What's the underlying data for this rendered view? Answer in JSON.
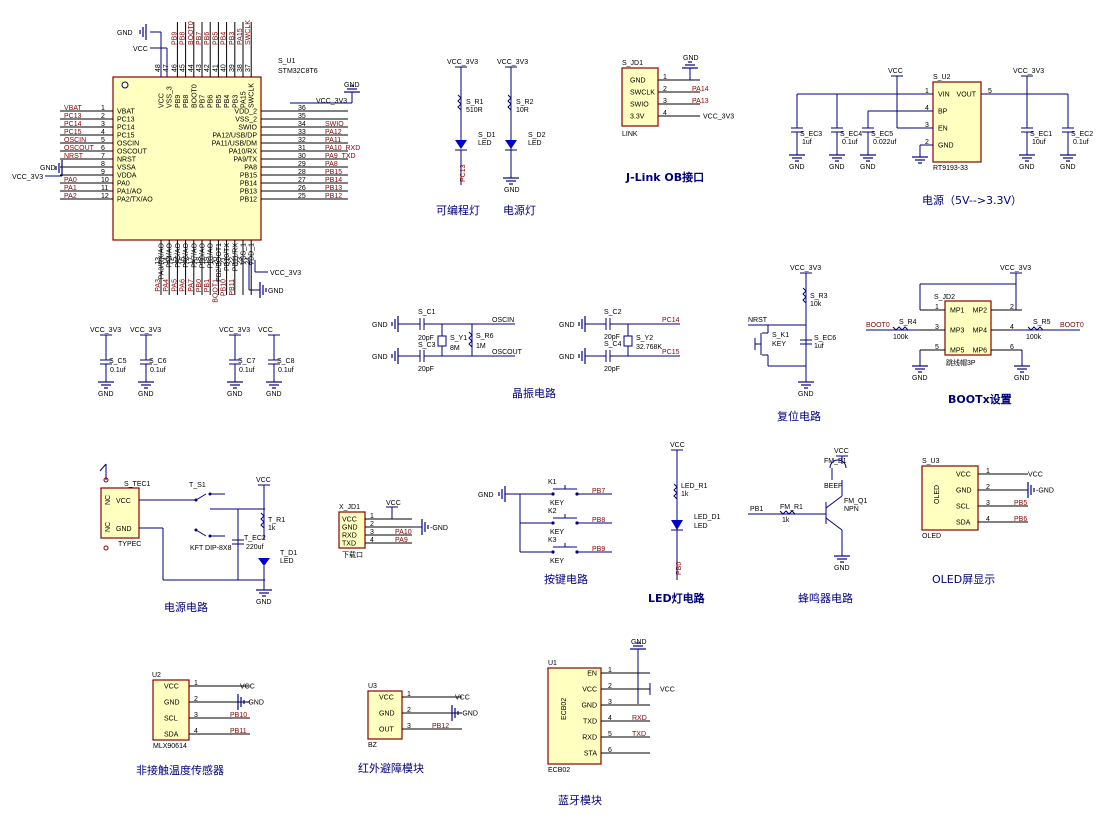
{
  "section_titles": {
    "prog_led": "可编程灯",
    "power_led": "电源灯",
    "jlink": "J-Link OB接口",
    "power_ldo": "电源（5V-->3.3V）",
    "crystal": "晶振电路",
    "reset": "复位电路",
    "boot": "BOOTx设置",
    "power_circuit": "电源电路",
    "keys": "按键电路",
    "led_circuit": "LED灯电路",
    "buzzer": "蜂鸣器电路",
    "oled": "OLED屏显示",
    "temp": "非接触温度传感器",
    "ir": "红外避障模块",
    "bt": "蓝牙模块"
  },
  "mcu": {
    "ref": "S_U1",
    "part": "STM32C8T6",
    "left_pins": [
      {
        "num": "1",
        "name": "VBAT",
        "net": "VBAT"
      },
      {
        "num": "2",
        "name": "PC13",
        "net": "PC13"
      },
      {
        "num": "3",
        "name": "PC14",
        "net": "PC14"
      },
      {
        "num": "4",
        "name": "PC15",
        "net": "PC15"
      },
      {
        "num": "5",
        "name": "OSCIN",
        "net": "OSCIN"
      },
      {
        "num": "6",
        "name": "OSCOUT",
        "net": "OSCOUT"
      },
      {
        "num": "7",
        "name": "NRST",
        "net": "NRST"
      },
      {
        "num": "8",
        "name": "VSSA",
        "net": "GND"
      },
      {
        "num": "9",
        "name": "VDDA",
        "net": "VCC_3V3"
      },
      {
        "num": "10",
        "name": "PA0",
        "net": "PA0"
      },
      {
        "num": "11",
        "name": "PA1/AO",
        "net": "PA1"
      },
      {
        "num": "12",
        "name": "PA2/TX/AO",
        "net": "PA2"
      }
    ],
    "right_pins": [
      {
        "num": "36",
        "name": "VDD_2",
        "net": "VCC_3V3"
      },
      {
        "num": "35",
        "name": "VSS_2",
        "net": ""
      },
      {
        "num": "34",
        "name": "SWIO",
        "net": "SWIO"
      },
      {
        "num": "33",
        "name": "PA12/USB/DP",
        "net": "PA12"
      },
      {
        "num": "32",
        "name": "PA11/USB/DM",
        "net": "PA11"
      },
      {
        "num": "31",
        "name": "PA10/RX",
        "net": "PA10_RXD"
      },
      {
        "num": "30",
        "name": "PA9/TX",
        "net": "PA9_TXD"
      },
      {
        "num": "29",
        "name": "PA8",
        "net": "PA8"
      },
      {
        "num": "28",
        "name": "PB15",
        "net": "PB15"
      },
      {
        "num": "27",
        "name": "PB14",
        "net": "PB14"
      },
      {
        "num": "26",
        "name": "PB13",
        "net": "PB13"
      },
      {
        "num": "25",
        "name": "PB12",
        "net": "PB12"
      }
    ],
    "top_pins": [
      "VCC",
      "VSS_3",
      "PB9",
      "PB8",
      "BOOT0",
      "PB7",
      "PB6",
      "PB5",
      "PB4",
      "PB3",
      "PA15",
      "SWCLK"
    ],
    "top_nets": [
      "",
      "",
      "PB9",
      "PB8",
      "BOOT0",
      "PB7",
      "PB6",
      "PB5",
      "PB4",
      "PB3",
      "PA15",
      "SWCLK"
    ],
    "top_nums": [
      "48",
      "47",
      "46",
      "45",
      "44",
      "43",
      "42",
      "41",
      "40",
      "39",
      "38",
      "37"
    ],
    "bottom_pins": [
      "PA3/RX/AO",
      "PA4/AO",
      "PA5/AO",
      "PA6/AO",
      "PA7/AO",
      "PB0/AO",
      "PB1/AO",
      "PB2/BOOT1",
      "PB10/TX",
      "PB11/RX",
      "VSS_1",
      "VDD_1"
    ],
    "bottom_nets": [
      "PA3",
      "PA4",
      "PA5",
      "PA6",
      "PA7",
      "PB0",
      "PB1",
      "BOOT1",
      "PB10",
      "PB11",
      "",
      ""
    ],
    "bottom_nums": [
      "13",
      "14",
      "15",
      "16",
      "17",
      "18",
      "19",
      "20",
      "21",
      "22",
      "23",
      "24"
    ],
    "top_supply_labels": {
      "gnd": "GND",
      "vcc": "VCC"
    },
    "side_labels": {
      "vcc3v3_right": "VCC_3V3",
      "gnd_right": "GND",
      "vcc3v3_left": "VCC_3V3",
      "gnd_left": "GND",
      "vcc3v3_bottom": "VCC_3V3",
      "gnd_bottom": "GND"
    }
  },
  "leds_top": {
    "d1": {
      "supply": "VCC_3V3",
      "r_ref": "S_R1",
      "r_val": "510R",
      "d_ref": "S_D1",
      "d_val": "LED",
      "net": "PC13"
    },
    "d2": {
      "supply": "VCC_3V3",
      "r_ref": "S_R2",
      "r_val": "10R",
      "d_ref": "S_D2",
      "d_val": "LED",
      "gnd": "GND"
    }
  },
  "jlink": {
    "ref": "S_JD1",
    "part": "LINK",
    "pins": [
      "GND",
      "SWCLK",
      "SWIO",
      "3.3V"
    ],
    "nums": [
      "1",
      "2",
      "3",
      "4"
    ],
    "nets": [
      "GND",
      "PA14",
      "PA13",
      "VCC_3V3"
    ]
  },
  "ldo": {
    "ref": "S_U2",
    "part": "RT9193-33",
    "pins_left": [
      "VIN",
      "BP",
      "EN",
      "GND"
    ],
    "pins_right": [
      "VOUT"
    ],
    "left_nums": [
      "1",
      "4",
      "3",
      "2"
    ],
    "right_num": "5",
    "in": "VCC",
    "out": "VCC_3V3",
    "caps": [
      {
        "ref": "S_EC3",
        "val": "1uf"
      },
      {
        "ref": "S_EC4",
        "val": "0.1uf"
      },
      {
        "ref": "S_EC5",
        "val": "0.022uf"
      },
      {
        "ref": "S_EC1",
        "val": "10uf"
      },
      {
        "ref": "S_EC2",
        "val": "0.1uf"
      }
    ],
    "gnd": "GND"
  },
  "decoupling": [
    {
      "supply": "VCC_3V3",
      "ref": "S_C5",
      "val": "0.1uf"
    },
    {
      "supply": "VCC_3V3",
      "ref": "S_C6",
      "val": "0.1uf"
    },
    {
      "supply": "VCC_3V3",
      "ref": "S_C7",
      "val": "0.1uf"
    },
    {
      "supply": "VCC",
      "ref": "S_C8",
      "val": "0.1uf"
    }
  ],
  "crystal1": {
    "c1_ref": "S_C1",
    "c1_val": "20pF",
    "c3_ref": "S_C3",
    "c3_val": "20pF",
    "y_ref": "S_Y1",
    "y_val": "8M",
    "r_ref": "S_R6",
    "r_val": "1M",
    "net_in": "OSCIN",
    "net_out": "OSCOUT",
    "gnd": "GND"
  },
  "crystal2": {
    "c2_ref": "S_C2",
    "c2_val": "20pF",
    "c4_ref": "S_C4",
    "c4_val": "20pF",
    "y_ref": "S_Y2",
    "y_val": "32.768K",
    "net_a": "PC14",
    "net_b": "PC15",
    "gnd": "GND"
  },
  "reset": {
    "supply": "VCC_3V3",
    "r_ref": "S_R3",
    "r_val": "10k",
    "k_ref": "S_K1",
    "k_val": "KEY",
    "c_ref": "S_EC6",
    "c_val": "1uf",
    "net": "NRST",
    "gnd": "GND"
  },
  "boot": {
    "supply": "VCC_3V3",
    "ref": "S_JD2",
    "part": "跳线帽3P",
    "pins": [
      "MP1",
      "MP2",
      "MP3",
      "MP4",
      "MP5",
      "MP6"
    ],
    "nums": [
      "1",
      "2",
      "3",
      "4",
      "5",
      "6"
    ],
    "r4_ref": "S_R4",
    "r4_val": "100k",
    "r5_ref": "S_R5",
    "r5_val": "100k",
    "net_left": "BOOT0",
    "net_right": "BOOT0",
    "gnd": "GND"
  },
  "power_in": {
    "conn_ref": "S_TEC1",
    "conn_part": "TYPEC",
    "conn_pins": [
      "VCC",
      "GND"
    ],
    "conn_side": "NC",
    "sw_ref": "T_S1",
    "sw_part": "KFT DIP-8X8",
    "r_ref": "T_R1",
    "r_val": "1k",
    "c_ref": "T_EC2",
    "c_val": "220uf",
    "d_ref": "T_D1",
    "d_val": "LED",
    "supply": "VCC",
    "gnd": "GND"
  },
  "serial": {
    "ref": "X_JD1",
    "part": "下载口",
    "pins": [
      "VCC",
      "GND",
      "RXD",
      "TXD"
    ],
    "nums": [
      "1",
      "2",
      "3",
      "4"
    ],
    "nets": [
      "VCC",
      "GND",
      "PA10",
      "PA9"
    ]
  },
  "keys": [
    {
      "ref": "K1",
      "val": "KEY",
      "net": "PB7"
    },
    {
      "ref": "K2",
      "val": "KEY",
      "net": "PB8"
    },
    {
      "ref": "K3",
      "val": "KEY",
      "net": "PB9"
    }
  ],
  "keys_gnd": "GND",
  "led_circuit": {
    "supply": "VCC",
    "r_ref": "LED_R1",
    "r_val": "1k",
    "d_ref": "LED_D1",
    "d_val": "LED",
    "net": "PB0"
  },
  "buzzer": {
    "supply": "VCC",
    "bz_ref": "FM_B1",
    "bz_val": "BEEP",
    "q_ref": "FM_Q1",
    "q_val": "NPN",
    "r_ref": "FM_R1",
    "r_val": "1k",
    "net": "PB1",
    "gnd": "GND"
  },
  "oled": {
    "ref": "S_U3",
    "part": "OLED",
    "body": "OLED",
    "pins": [
      "VCC",
      "GND",
      "SCL",
      "SDA"
    ],
    "nums": [
      "1",
      "2",
      "3",
      "4"
    ],
    "nets": [
      "VCC",
      "GND",
      "PB5",
      "PB6"
    ]
  },
  "temp": {
    "ref": "U2",
    "part": "MLX90614",
    "pins": [
      "VCC",
      "GND",
      "SCL",
      "SDA"
    ],
    "nums": [
      "1",
      "2",
      "3",
      "4"
    ],
    "nets": [
      "VCC",
      "GND",
      "PB10",
      "PB11"
    ]
  },
  "ir": {
    "ref": "U3",
    "part": "BZ",
    "pins": [
      "VCC",
      "GND",
      "OUT"
    ],
    "nums": [
      "1",
      "2",
      "3"
    ],
    "nets": [
      "VCC",
      "GND",
      "PB12"
    ]
  },
  "bt": {
    "ref": "U1",
    "part": "ECB02",
    "body": "ECB02",
    "pins": [
      "EN",
      "VCC",
      "GND",
      "TXD",
      "RXD",
      "STA"
    ],
    "nums": [
      "1",
      "2",
      "3",
      "4",
      "5",
      "6"
    ],
    "nets": [
      "GND",
      "VCC",
      "",
      "RXD",
      "TXD",
      ""
    ]
  },
  "colors": {
    "wire": "#00007f",
    "body_fill": "#ffffc0",
    "body_stroke": "#8b0000",
    "net_text": "#8b0000",
    "led": "#0000cc"
  }
}
